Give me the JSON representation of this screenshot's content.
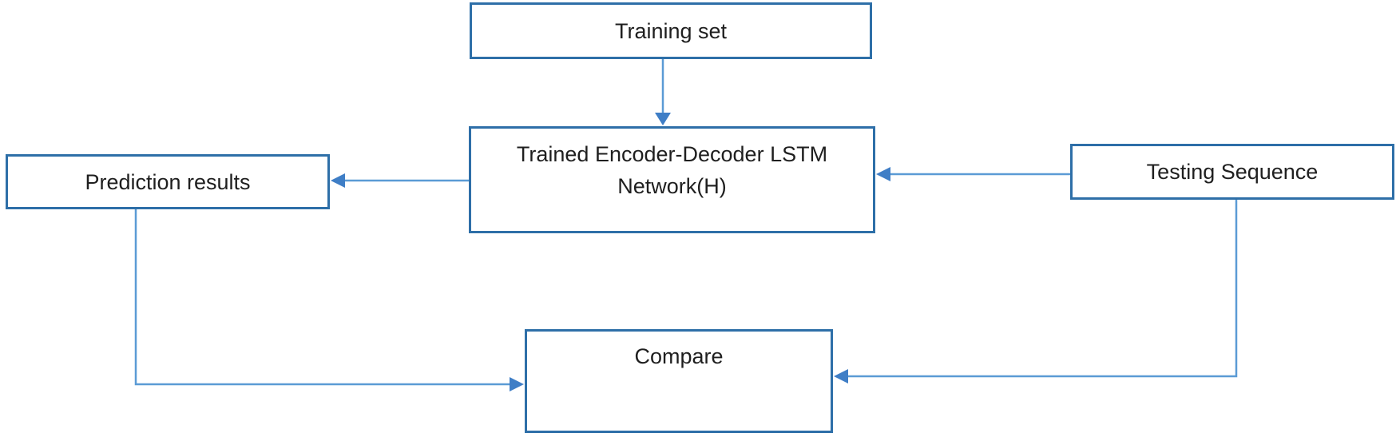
{
  "diagram": {
    "title": "Encoder-Decoder LSTM evaluation flowchart",
    "nodes": {
      "training": {
        "label": "Training set"
      },
      "lstm": {
        "label": "Trained Encoder-Decoder LSTM Network(H)"
      },
      "prediction": {
        "label": "Prediction results"
      },
      "testing": {
        "label": "Testing Sequence"
      },
      "compare": {
        "label": "Compare"
      }
    },
    "edges": [
      {
        "from": "training",
        "to": "lstm",
        "direction": "down"
      },
      {
        "from": "lstm",
        "to": "prediction",
        "direction": "left"
      },
      {
        "from": "testing",
        "to": "lstm",
        "direction": "left"
      },
      {
        "from": "prediction",
        "to": "compare",
        "direction": "down-right"
      },
      {
        "from": "testing",
        "to": "compare",
        "direction": "down-left"
      }
    ]
  },
  "colors": {
    "box_border": "#2e6fa8",
    "box_fill": "#ffffff",
    "connector_line": "#5b9bd5",
    "arrowhead": "#3f7ec6",
    "text": "#1f1f1f",
    "background": "#ffffff"
  }
}
